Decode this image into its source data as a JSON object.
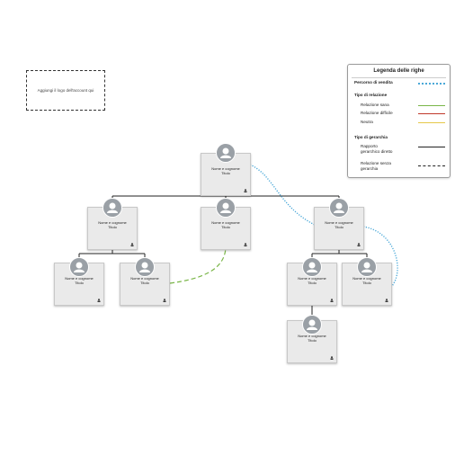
{
  "logo_placeholder": "Aggiungi il logo dell'account qui",
  "legend": {
    "title": "Legenda delle righe",
    "sales_path": "Percorso di vendita",
    "relationship_type": "Tipo di relazione",
    "healthy": "Relazione sana",
    "difficult": "Relazione difficile",
    "neutral": "Neutra",
    "hierarchy_type": "Tipo di gerarchia",
    "direct_report_1": "Rapporto",
    "direct_report_2": "gerarchico diretto",
    "no_hierarchy_1": "Relazione senza",
    "no_hierarchy_2": "gerarchia"
  },
  "colors": {
    "sales_path": "#4aa8d8",
    "healthy": "#7ab648",
    "difficult": "#c0392b",
    "neutral": "#e6c84a",
    "hierarchy": "#222222",
    "avatar": "#9aa0a6",
    "card": "#eaeaea"
  },
  "cards": [
    {
      "name": "Nome e cognome",
      "title": "Titolo"
    },
    {
      "name": "Nome e cognome",
      "title": "Titolo"
    },
    {
      "name": "Nome e cognome",
      "title": "Titolo"
    },
    {
      "name": "Nome e cognome",
      "title": "Titolo"
    },
    {
      "name": "Nome e cognome",
      "title": "Titolo"
    },
    {
      "name": "Nome e cognome",
      "title": "Titolo"
    },
    {
      "name": "Nome e cognome",
      "title": "Titolo"
    },
    {
      "name": "Nome e cognome",
      "title": "Titolo"
    },
    {
      "name": "Nome e cognome",
      "title": "Titolo"
    }
  ],
  "icons": {
    "avatar": "person-avatar-icon",
    "card_user": "user-small-icon"
  }
}
